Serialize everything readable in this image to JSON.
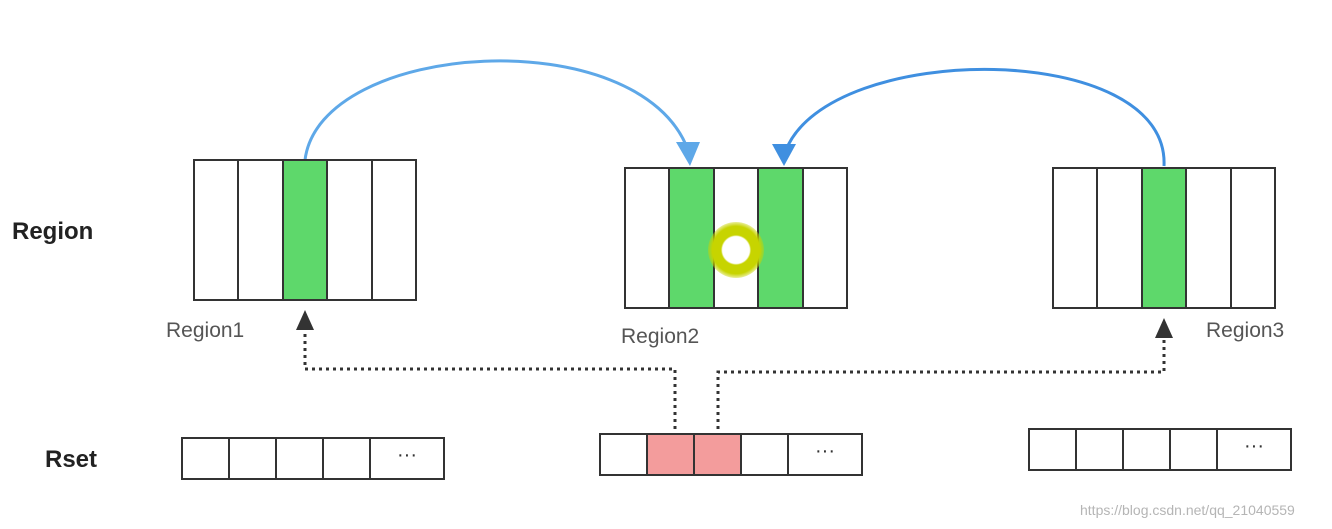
{
  "rows": {
    "region_label": "Region",
    "rset_label": "Rset"
  },
  "regions": [
    {
      "name": "Region1",
      "cells": [
        false,
        false,
        true,
        false,
        false
      ]
    },
    {
      "name": "Region2",
      "cells": [
        false,
        true,
        false,
        true,
        false
      ]
    },
    {
      "name": "Region3",
      "cells": [
        false,
        false,
        true,
        false,
        false
      ]
    }
  ],
  "rsets": [
    {
      "cells": [
        "empty",
        "empty",
        "empty",
        "empty"
      ],
      "more": "···"
    },
    {
      "cells": [
        "empty",
        "marked",
        "marked",
        "empty"
      ],
      "more": "···"
    },
    {
      "cells": [
        "empty",
        "empty",
        "empty",
        "empty"
      ],
      "more": "···"
    }
  ],
  "colors": {
    "used_cell": "#5ed86b",
    "marked_rset_cell": "#f39c9c",
    "reference_arrow": "#5ea8e8",
    "outline": "#333333"
  },
  "watermark": "https://blog.csdn.net/qq_21040559"
}
